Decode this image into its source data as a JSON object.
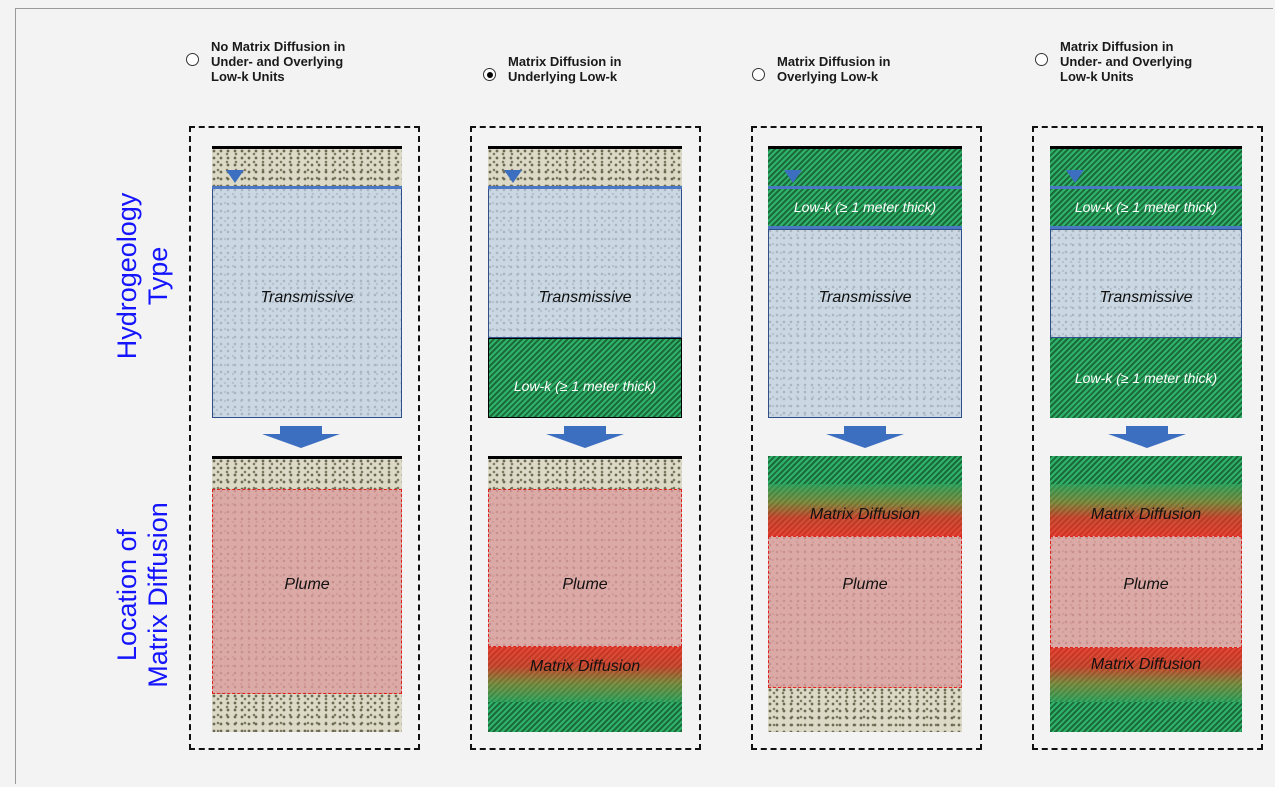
{
  "y_axis_labels": {
    "top": [
      "Hydrogeology",
      "Type"
    ],
    "bottom": [
      "Location of",
      "Matrix Diffusion"
    ]
  },
  "options": [
    {
      "label": "No Matrix Diffusion in\nUnder- and Overlying\nLow-k Units",
      "selected": false
    },
    {
      "label": "Matrix Diffusion in\nUnderlying Low-k",
      "selected": true
    },
    {
      "label": "Matrix Diffusion in\nOverlying Low-k",
      "selected": false
    },
    {
      "label": "Matrix Diffusion in\nUnder- and Overlying\nLow-k Units",
      "selected": false
    }
  ],
  "layer_text": {
    "transmissive": "Transmissive",
    "low_k": "Low-k (≥ 1 meter thick)",
    "plume": "Plume",
    "matrix_diffusion": "Matrix Diffusion"
  },
  "colors": {
    "axis_label": "#1414ff",
    "water_table": "#4a78c2",
    "arrow": "#3d6fc0",
    "plume_border": "#e0201a"
  }
}
